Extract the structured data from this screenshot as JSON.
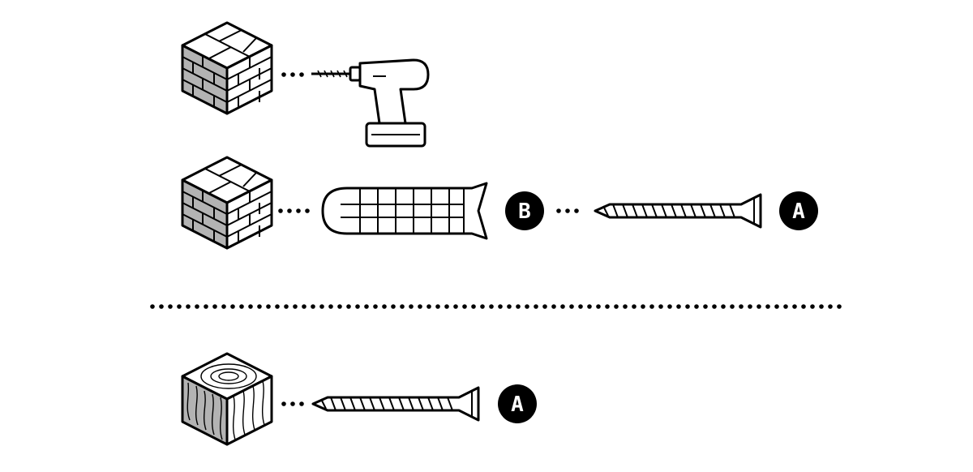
{
  "diagram": {
    "rows": [
      {
        "material": "masonry",
        "steps": [
          "drill"
        ]
      },
      {
        "material": "masonry",
        "steps": [
          "wall-plug",
          "screw"
        ],
        "part_labels": [
          "B",
          "A"
        ]
      },
      {
        "material": "wood",
        "steps": [
          "screw"
        ],
        "part_labels": [
          "A"
        ]
      }
    ],
    "colors": {
      "stroke": "#000000",
      "fill": "#ffffff",
      "shade": "#b3b3b3",
      "badge": "#000000"
    },
    "icons": [
      "brick-cube-icon",
      "drill-icon",
      "wall-plug-icon",
      "screw-icon",
      "wood-cube-icon"
    ]
  },
  "labels": {
    "plug_part": "B",
    "screw_part_row2": "A",
    "screw_part_row3": "A"
  }
}
